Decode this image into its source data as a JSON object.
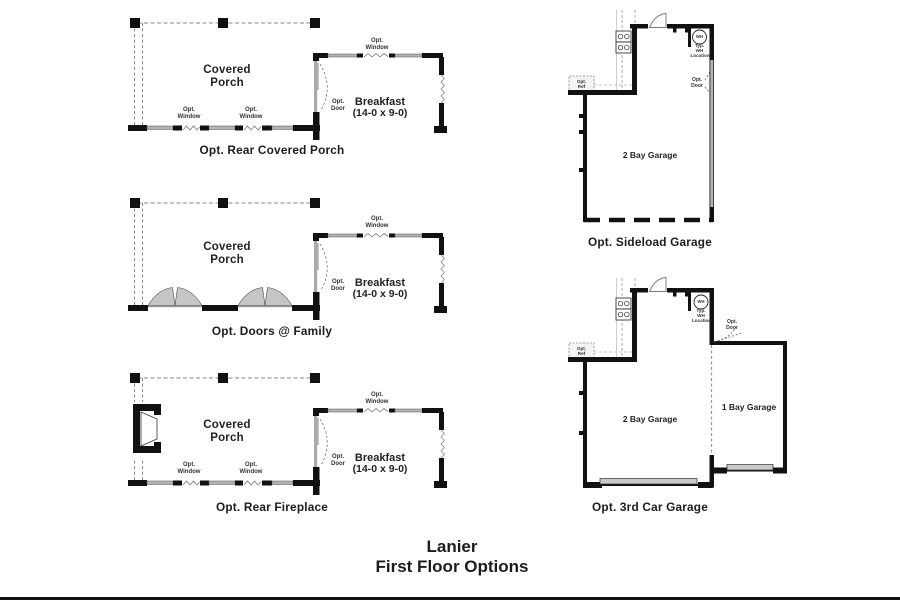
{
  "sheet": {
    "title_line1": "Lanier",
    "title_line2": "First Floor Options"
  },
  "labels": {
    "covered_porch": "Covered Porch",
    "breakfast": "Breakfast",
    "breakfast_dim": "(14-0 x 9-0)",
    "opt_window": "Opt. Window",
    "opt_door": "Opt. Door",
    "opt_ref": "Opt. Ref",
    "wh": "WH",
    "typ_wh_location": "Typ. WH Location",
    "two_bay_garage": "2 Bay Garage",
    "one_bay_garage": "1 Bay Garage"
  },
  "captions": {
    "rear_covered_porch": "Opt. Rear Covered Porch",
    "doors_at_family": "Opt. Doors @ Family",
    "rear_fireplace": "Opt. Rear Fireplace",
    "sideload_garage": "Opt. Sideload Garage",
    "third_car_garage": "Opt. 3rd Car Garage"
  },
  "colors": {
    "wall": "#111111",
    "window_gray": "#b3b3b3",
    "roof_dash": "#8a8a8a",
    "garage_door_gray": "#c9c9c9"
  }
}
